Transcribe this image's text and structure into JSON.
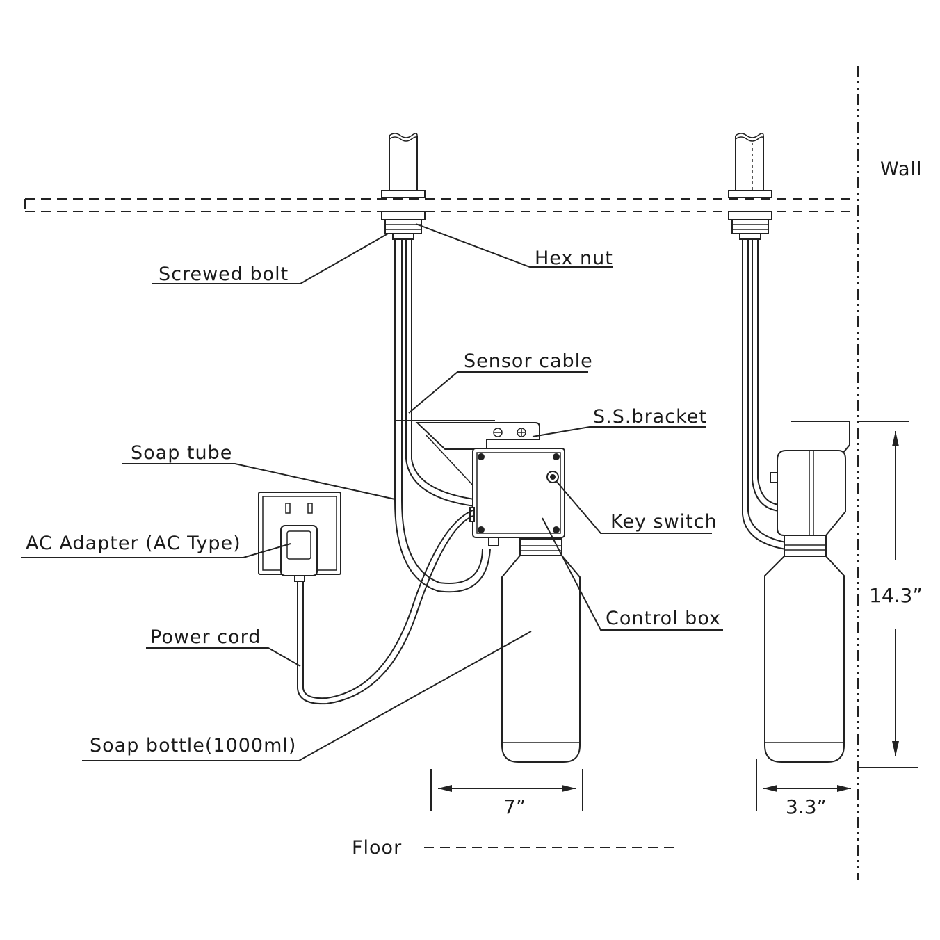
{
  "labels": {
    "wall": "Wall",
    "hex_nut": "Hex nut",
    "screwed_bolt": "Screwed bolt",
    "sensor_cable": "Sensor cable",
    "ss_bracket": "S.S.bracket",
    "soap_tube": "Soap tube",
    "key_switch": "Key switch",
    "ac_adapter": "AC Adapter (AC Type)",
    "control_box": "Control box",
    "power_cord": "Power cord",
    "soap_bottle": "Soap bottle(1000ml)",
    "floor": "Floor"
  },
  "dimensions": {
    "width": "7”",
    "depth": "3.3”",
    "height": "14.3”"
  }
}
